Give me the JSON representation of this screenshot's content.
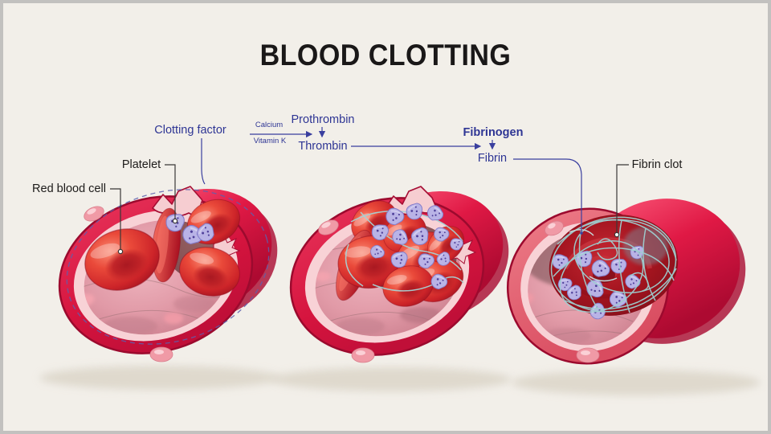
{
  "title": "BLOOD CLOTTING",
  "flowchart": {
    "clotting_factor": "Clotting factor",
    "calcium": "Calcium",
    "vitamin_k": "Vitamin K",
    "prothrombin": "Prothrombin",
    "thrombin": "Thrombin",
    "fibrinogen": "Fibrinogen",
    "fibrin": "Fibrin"
  },
  "labels": {
    "platelet": "Platelet",
    "red_blood_cell": "Red blood cell",
    "fibrin_clot": "Fibrin clot"
  },
  "colors": {
    "background": "#f2efe9",
    "frame": "#c2c1bf",
    "title_text": "#1a1818",
    "flowchart_text": "#2e3594",
    "label_text": "#1d1b1a",
    "vessel_red": "#da1843",
    "vessel_deep_red": "#9c0a2e",
    "vessel_lining_pink": "#f8d2d6",
    "lumen_pink": "#e19aa7",
    "red_blood_cell_red": "#c21f28",
    "platelet_purple": "#b9b3e6",
    "fibrin_teal": "#a7d2d3",
    "dashed_guide_blue": "#5d5fae"
  }
}
